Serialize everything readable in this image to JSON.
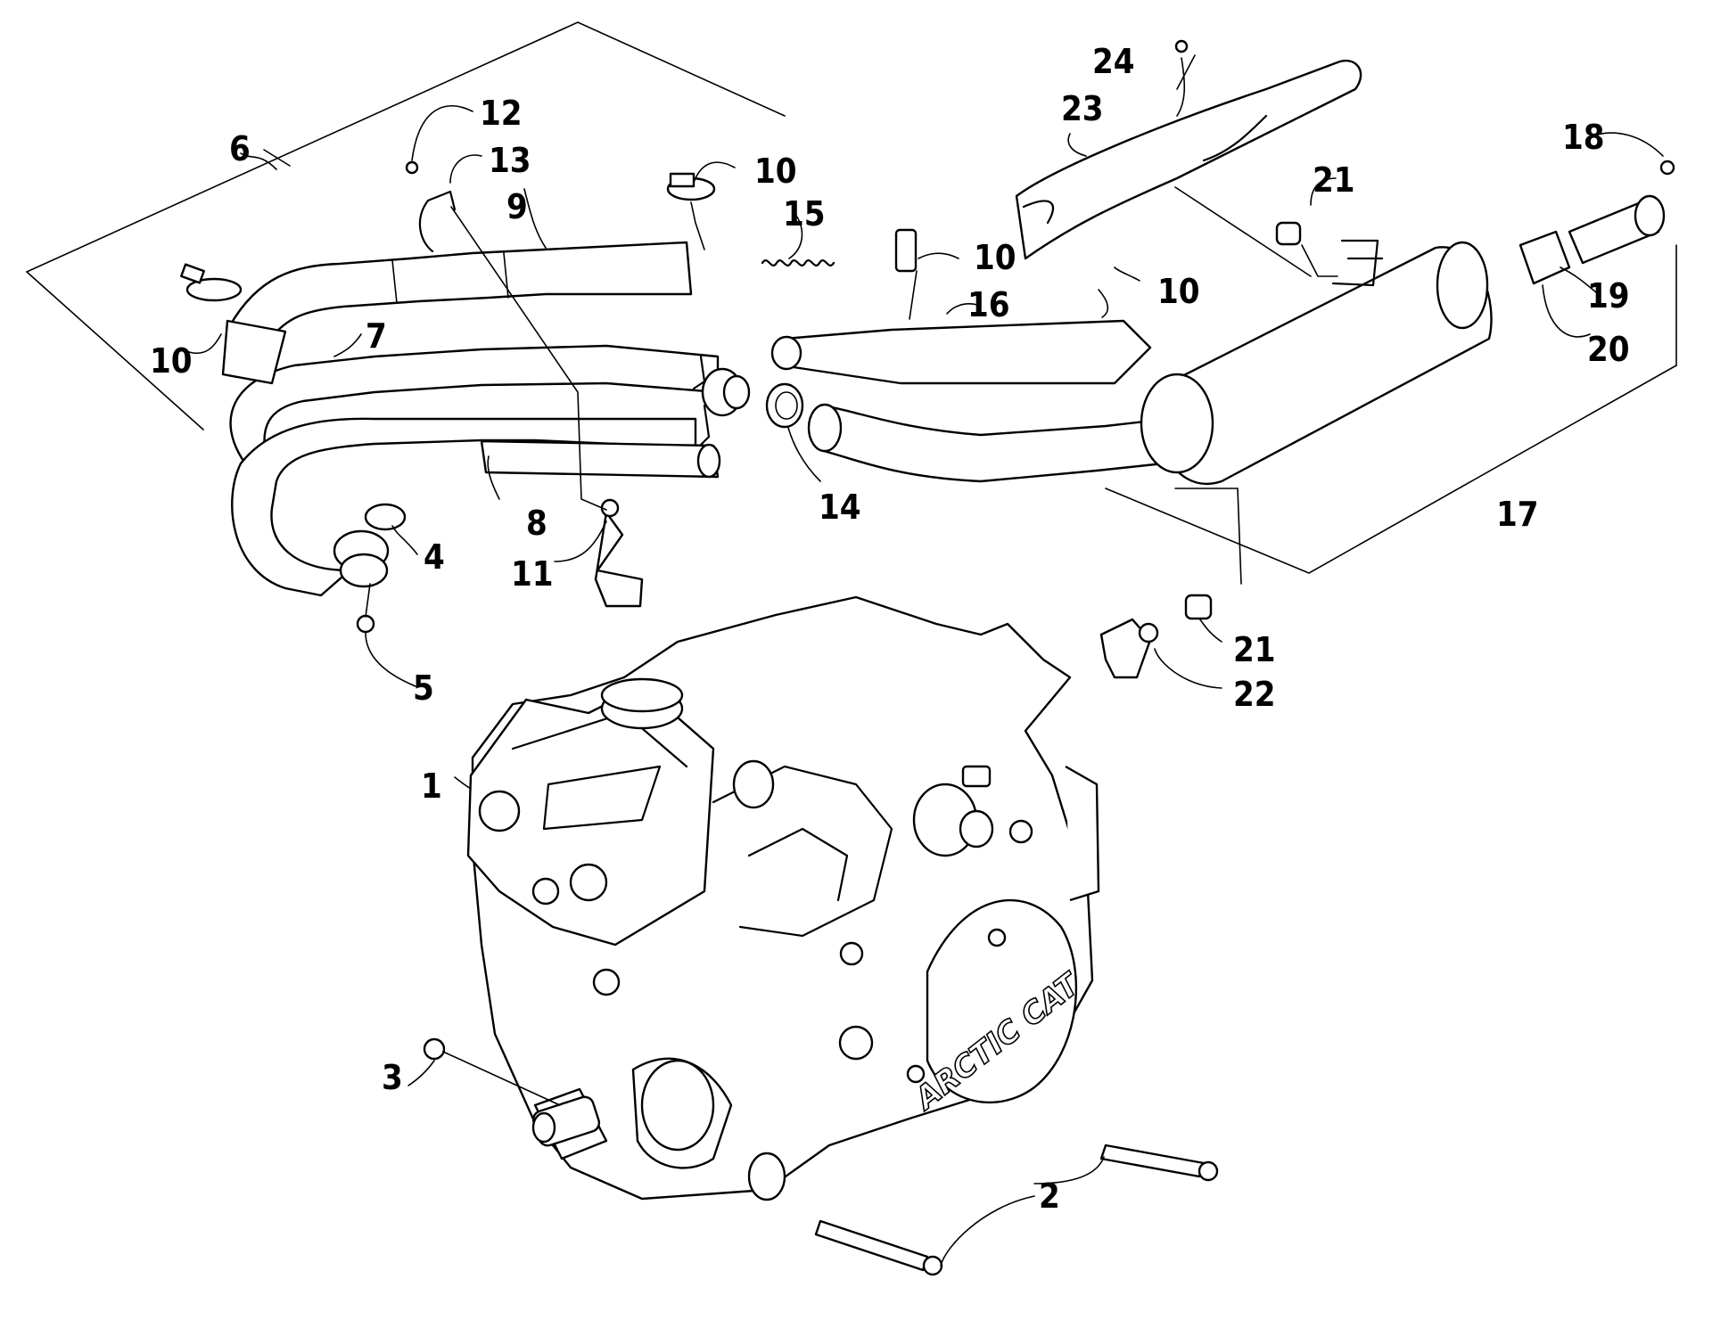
{
  "brand_text": "ARCTIC CAT",
  "callouts": {
    "c1": "1",
    "c2": "2",
    "c3": "3",
    "c4": "4",
    "c5": "5",
    "c6": "6",
    "c7": "7",
    "c8": "8",
    "c9": "9",
    "c10a": "10",
    "c10b": "10",
    "c10c": "10",
    "c10d": "10",
    "c11": "11",
    "c12": "12",
    "c13": "13",
    "c14": "14",
    "c15": "15",
    "c16": "16",
    "c17": "17",
    "c18": "18",
    "c19": "19",
    "c20": "20",
    "c21a": "21",
    "c21b": "21",
    "c22": "22",
    "c23": "23",
    "c24": "24"
  }
}
